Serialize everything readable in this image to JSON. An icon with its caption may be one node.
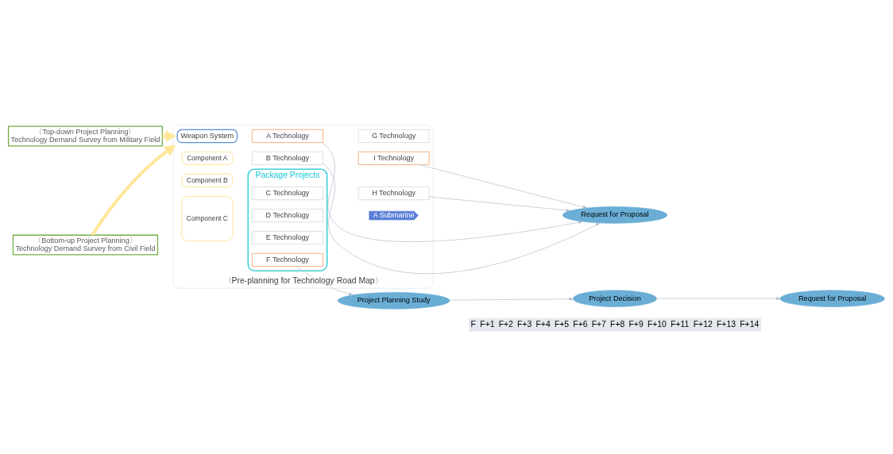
{
  "diagram": {
    "nodes": [
      {
        "text": [
          "〈Bottom-up Project Planning〉",
          "Technology Demand Survey from Civil Field"
        ]
      },
      {
        "text": [
          "〈Pre-planning for Technology Road Map〉"
        ]
      },
      {
        "text": [
          "Weapon System"
        ],
        "in": 1
      },
      {
        "text": [
          "Component A"
        ],
        "in": 1
      },
      {
        "text": [
          "Component B"
        ],
        "in": 1
      },
      {
        "text": [
          "Component C"
        ],
        "in": 1
      },
      {
        "text": [
          "A Submarine"
        ],
        "in": 1
      },
      {
        "text": [
          "A Technology"
        ],
        "in": 1
      },
      {
        "text": [
          "B Technology"
        ],
        "in": 1
      },
      {
        "text": [
          "Package Projects"
        ],
        "in": 1
      },
      {
        "text": [
          "C Technology"
        ],
        "in": 9
      },
      {
        "text": [
          "D Technology"
        ],
        "in": 9
      },
      {
        "text": [
          "E Technology"
        ],
        "in": 9
      },
      {
        "text": [
          "F Technology"
        ],
        "in": 9
      },
      {
        "text": [
          "G Technology"
        ],
        "in": 1
      },
      {
        "text": [
          "I Technology"
        ],
        "in": 1
      },
      {
        "text": [
          "H Technology"
        ],
        "in": 1
      },
      {
        "text": [
          "Request for Proposal"
        ]
      },
      {
        "text": [
          "〈Top-down Project Planning〉",
          "Technology Demand Survey from Military Field"
        ]
      },
      {
        "text": [
          "Project Planning Study"
        ]
      },
      {
        "text": [
          "Project Decision"
        ]
      },
      {
        "text": [
          "Request for Proposal"
        ]
      }
    ],
    "edges": [
      {
        "from": 0,
        "to": 1,
        "arrow": "to",
        "style": "thick",
        "color": "#ffe699"
      },
      {
        "from": 18,
        "to": 1,
        "arrow": "to",
        "style": "thick",
        "color": "#ffe699"
      },
      {
        "from": 7,
        "to": 17,
        "arrow": "to"
      },
      {
        "from": 8,
        "to": 17,
        "arrow": "to"
      },
      {
        "from": 15,
        "to": 17,
        "arrow": "to"
      },
      {
        "from": 16,
        "to": 17,
        "arrow": "to"
      },
      {
        "from": 13,
        "to": 19,
        "arrow": "to"
      },
      {
        "from": 19,
        "to": 20,
        "arrow": "to"
      },
      {
        "from": 20,
        "to": 21,
        "arrow": "to"
      }
    ],
    "labels": [
      "F",
      "F+1",
      "F+2",
      "F+3",
      "F+4",
      "F+5",
      "F+6",
      "F+7",
      "F+8",
      "F+9",
      "F+10",
      "F+11",
      "F+12",
      "F+13",
      "F+14"
    ]
  }
}
